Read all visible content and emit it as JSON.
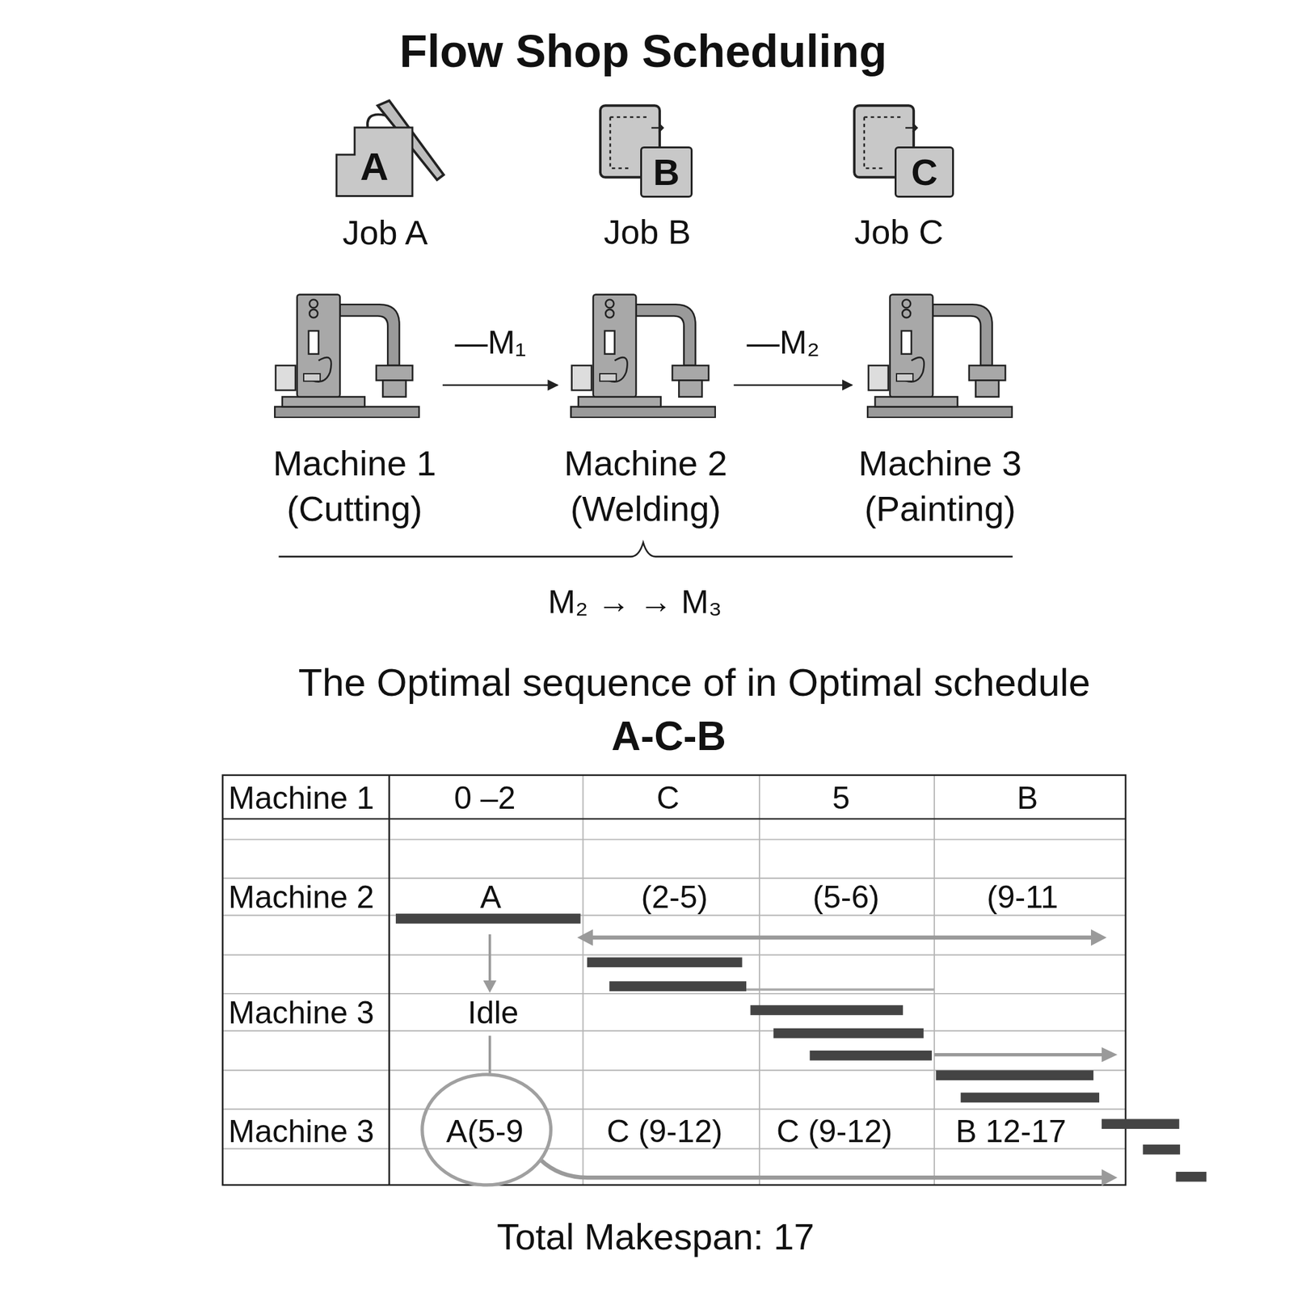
{
  "diagram": {
    "title": "Flow Shop Scheduling",
    "nodes": [
      {
        "text": [
          "A",
          "Job A"
        ]
      },
      {
        "text": [
          "B",
          "Job B"
        ]
      },
      {
        "text": [
          "C",
          "Job C"
        ]
      },
      {
        "text": [
          "Machine 1 (Cutting)"
        ]
      },
      {
        "text": [
          "Machine 2 (Welding)"
        ]
      },
      {
        "text": [
          "Machine 3 (Painting)"
        ]
      }
    ],
    "edges": [
      {
        "from": 3,
        "to": 4,
        "arrow": "to",
        "label": "—M₁"
      },
      {
        "from": 4,
        "to": 5,
        "arrow": "to",
        "label": "—M₂"
      }
    ],
    "labels": [
      "M₂ → → M₃",
      "The Optimal sequence of in Optimal schedule",
      "A-C-B",
      "Machine 1",
      "0 –2",
      "C",
      "5",
      "B",
      "Machine 2",
      "A",
      "(2-5)",
      "(5-6)",
      "(9-11",
      "Machine 3",
      "Idle",
      "Machine 3",
      "A(5-9",
      "C (9-12)",
      "C (9-12)",
      "B 12-17",
      "Total Makespan: 17"
    ]
  }
}
